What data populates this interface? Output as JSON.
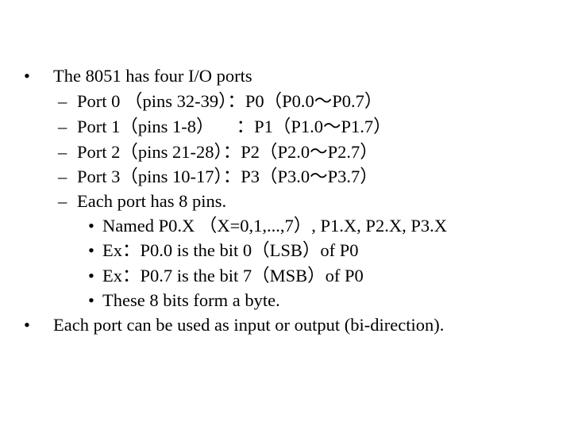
{
  "slide": {
    "bullets": {
      "level1": "•",
      "level2": "–",
      "level3": "•"
    },
    "lines": [
      "The 8051 has four I/O ports",
      "Port 0 （pins 32-39）：P0（P0.0～P0.7）",
      "Port 1（pins 1-8）     ：P1（P1.0～P1.7）",
      "Port 2（pins 21-28）：P2（P2.0～P2.7）",
      "Port 3（pins 10-17）：P3（P3.0～P3.7）",
      "Each port has 8 pins.",
      "Named P0.X （X=0,1,...,7）, P1.X, P2.X, P3.X",
      "Ex：P0.0 is the bit 0（LSB）of P0",
      "Ex：P0.7 is the bit 7（MSB）of P0",
      "These 8 bits form a byte.",
      "Each port can be used as input or output (bi-direction)."
    ]
  }
}
